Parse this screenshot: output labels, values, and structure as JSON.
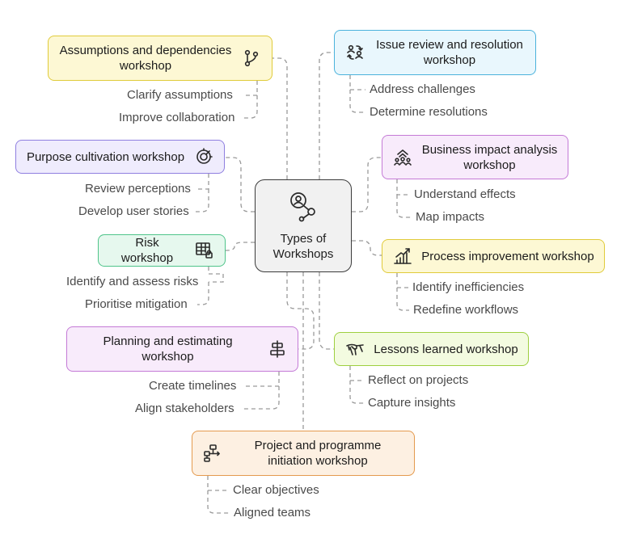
{
  "center": {
    "label": "Types of Workshops",
    "icon": "person-network-icon"
  },
  "nodes": [
    {
      "id": "assumptions",
      "label": "Assumptions and dependencies workshop",
      "icon": "branch-icon",
      "color": "#e0cb3a",
      "leaves": [
        "Clarify assumptions",
        "Improve collaboration"
      ]
    },
    {
      "id": "issue-review",
      "label": "Issue review and resolution workshop",
      "icon": "people-exchange-icon",
      "color": "#4bb2dc",
      "leaves": [
        "Address challenges",
        "Determine resolutions"
      ]
    },
    {
      "id": "purpose",
      "label": "Purpose cultivation workshop",
      "icon": "compass-icon",
      "color": "#8f7fe0",
      "leaves": [
        "Review perceptions",
        "Develop user stories"
      ]
    },
    {
      "id": "business-impact",
      "label": "Business impact analysis workshop",
      "icon": "team-growth-icon",
      "color": "#c47ad6",
      "leaves": [
        "Understand effects",
        "Map impacts"
      ]
    },
    {
      "id": "risk",
      "label": "Risk workshop",
      "icon": "table-lock-icon",
      "color": "#4fc48a",
      "leaves": [
        "Identify and assess risks",
        "Prioritise mitigation"
      ]
    },
    {
      "id": "process",
      "label": "Process improvement workshop",
      "icon": "chart-growth-icon",
      "color": "#e0cb3a",
      "leaves": [
        "Identify inefficiencies",
        "Redefine workflows"
      ]
    },
    {
      "id": "planning",
      "label": "Planning and estimating workshop",
      "icon": "align-center-icon",
      "color": "#c47ad6",
      "leaves": [
        "Create timelines",
        "Align stakeholders"
      ]
    },
    {
      "id": "lessons",
      "label": "Lessons learned workshop",
      "icon": "hand-flag-icon",
      "color": "#9ecf3f",
      "leaves": [
        "Reflect on projects",
        "Capture insights"
      ]
    },
    {
      "id": "initiation",
      "label": "Project and programme initiation workshop",
      "icon": "flowchart-icon",
      "color": "#e49a4e",
      "leaves": [
        "Clear objectives",
        "Aligned teams"
      ]
    }
  ]
}
